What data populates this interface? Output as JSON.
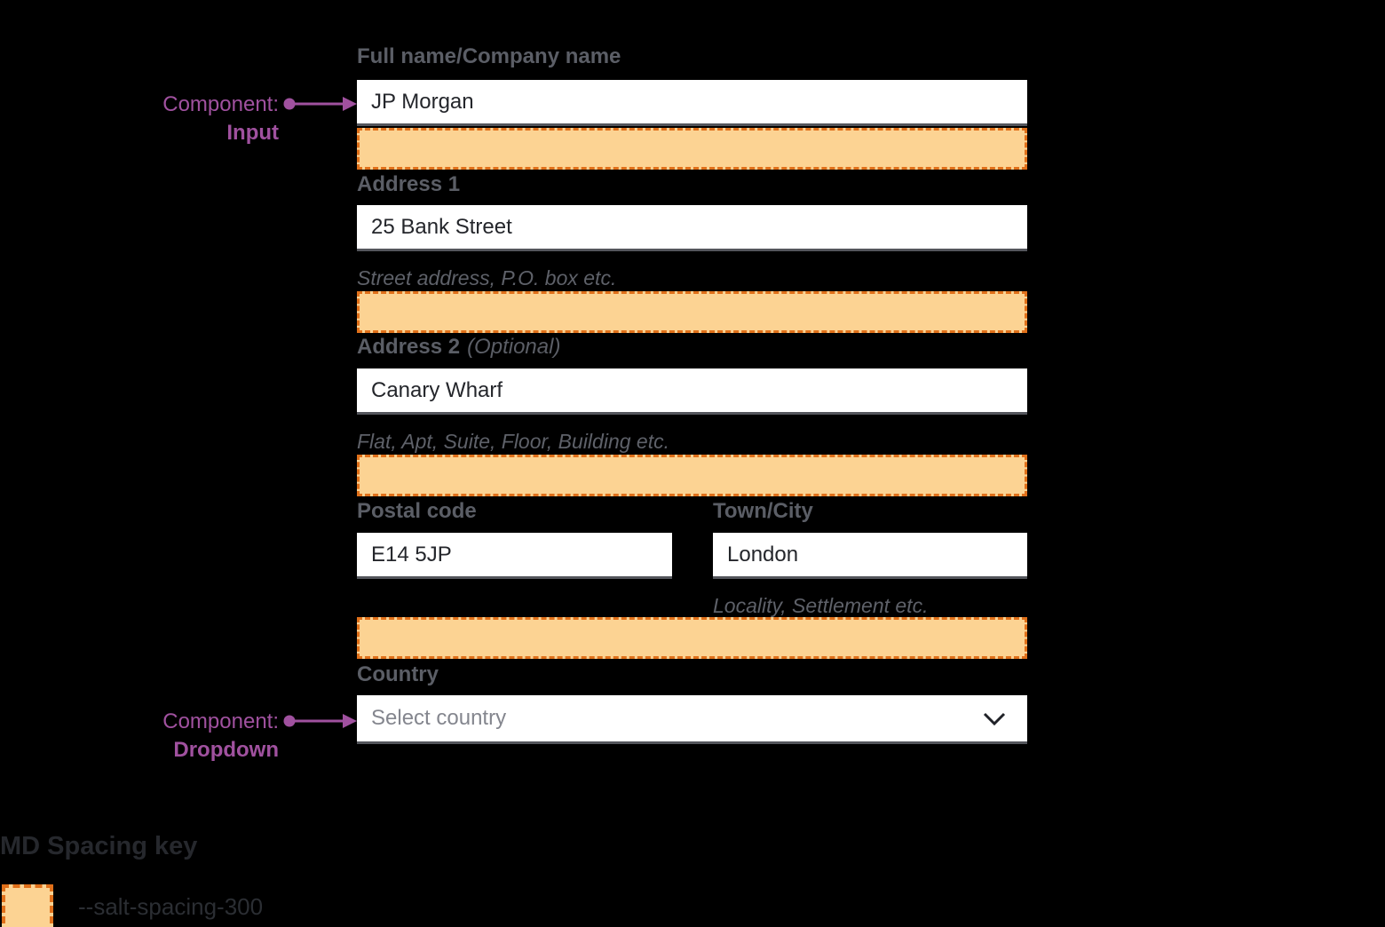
{
  "form": {
    "full_name": {
      "label": "Full name/Company name",
      "value": "JP Morgan"
    },
    "address1": {
      "label": "Address 1",
      "value": "25 Bank Street",
      "helper": "Street address, P.O. box etc."
    },
    "address2": {
      "label": "Address 2",
      "optional": "(Optional)",
      "value": "Canary Wharf",
      "helper": "Flat, Apt, Suite, Floor, Building etc."
    },
    "postal_code": {
      "label": "Postal code",
      "value": "E14 5JP"
    },
    "town_city": {
      "label": "Town/City",
      "value": "London",
      "helper": "Locality, Settlement etc."
    },
    "country": {
      "label": "Country",
      "placeholder": "Select country",
      "icon": "chevron-down"
    }
  },
  "annotations": {
    "input": {
      "prefix": "Component:",
      "name": "Input",
      "icon": "dot-arrow-right"
    },
    "dropdown": {
      "prefix": "Component:",
      "name": "Dropdown",
      "icon": "dot-arrow-right"
    }
  },
  "spacing_key": {
    "title": "MD Spacing key",
    "token_label": "--salt-spacing-300"
  },
  "colors": {
    "background": "#000000",
    "spacing_fill": "#fcd393",
    "spacing_border": "#e0701a",
    "annotation_purple": "#a0519f",
    "input_bg": "#ffffff",
    "input_bottom_border": "#54565c",
    "label_text": "#5b5e66",
    "helper_text": "#5e6169",
    "value_text": "#24262b",
    "placeholder_text": "#84868e",
    "key_title_text": "#26282d"
  }
}
